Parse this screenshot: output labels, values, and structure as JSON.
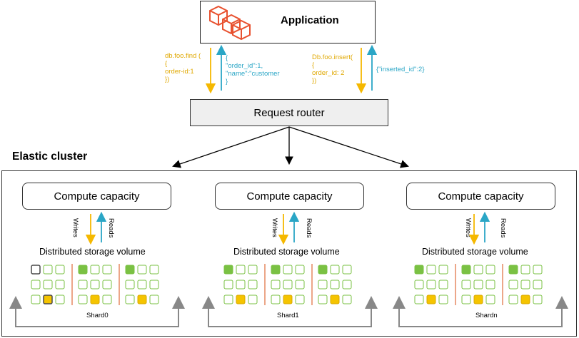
{
  "app": {
    "title": "Application",
    "icon": "cubes-icon",
    "icon_color": "#e8512f"
  },
  "requests": {
    "find_request": "db.foo.find (\n{\norder-id:1\n})",
    "find_response": "{\n\"order_id\":1,\n\"name\":\"customer\n}",
    "insert_request": "Db.foo.insert(\n{\norder_id: 2\n})",
    "insert_response": "{\"inserted_id\":2}"
  },
  "router": {
    "label": "Request router"
  },
  "cluster": {
    "title": "Elastic cluster"
  },
  "shards": [
    {
      "compute_label": "Compute capacity",
      "writes": "Writes",
      "reads": "Reads",
      "storage_label": "Distributed storage volume",
      "name": "Shard0"
    },
    {
      "compute_label": "Compute capacity",
      "writes": "Writes",
      "reads": "Reads",
      "storage_label": "Distributed storage volume",
      "name": "Shard1"
    },
    {
      "compute_label": "Compute capacity",
      "writes": "Writes",
      "reads": "Reads",
      "storage_label": "Distributed storage volume",
      "name": "Shardn"
    }
  ],
  "colors": {
    "write_arrow": "#f5b800",
    "read_arrow": "#2aa6c6",
    "green": "#7ac143",
    "yellow": "#f5c400",
    "divider": "#e06a3a"
  }
}
